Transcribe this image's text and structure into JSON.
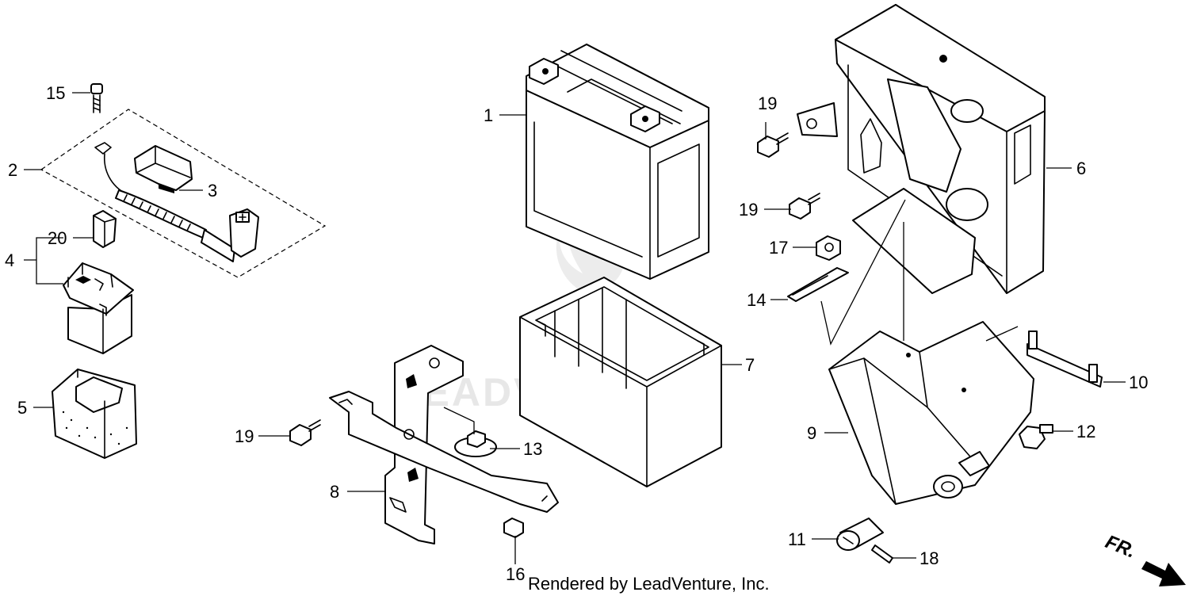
{
  "watermark": "LEADVENTURE",
  "footer": "Rendered by LeadVenture, Inc.",
  "direction_label": "FR.",
  "callouts": {
    "c1": "1",
    "c2": "2",
    "c3": "3",
    "c4": "4",
    "c5": "5",
    "c6": "6",
    "c7": "7",
    "c8": "8",
    "c9": "9",
    "c10": "10",
    "c11": "11",
    "c12": "12",
    "c13": "13",
    "c14": "14",
    "c15": "15",
    "c16": "16",
    "c17": "17",
    "c18": "18",
    "c19a": "19",
    "c19b": "19",
    "c19c": "19",
    "c20": "20"
  }
}
